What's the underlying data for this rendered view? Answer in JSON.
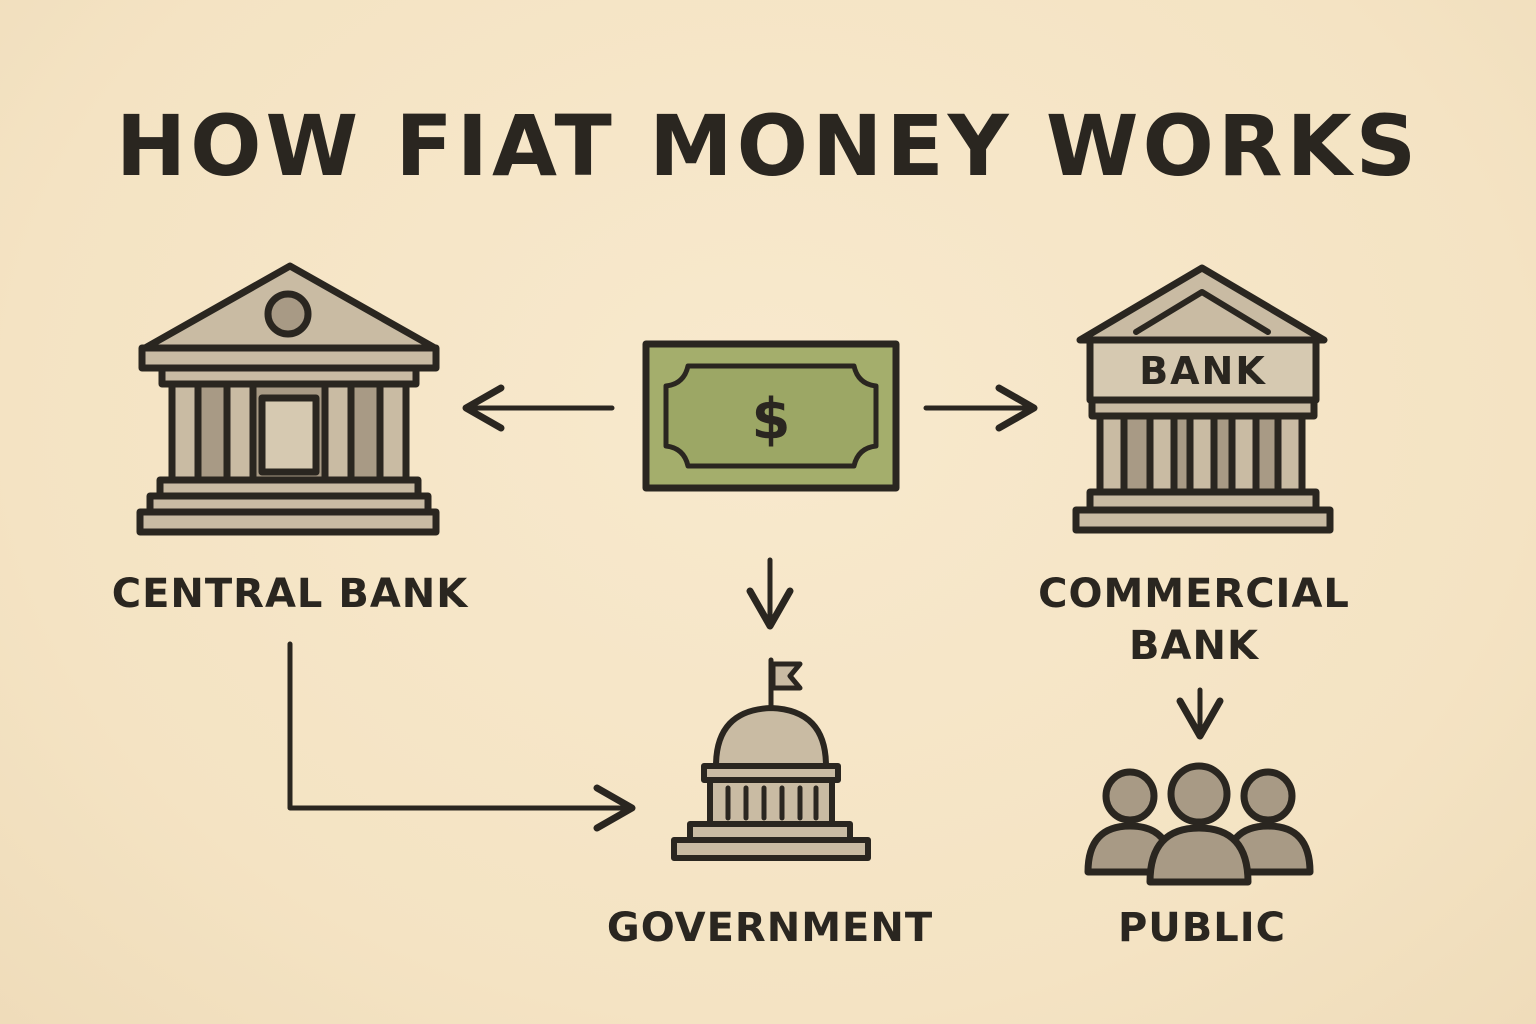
{
  "diagram": {
    "title": "HOW FIAT MONEY WORKS",
    "nodes": {
      "central_bank": {
        "label": "CENTRAL BANK",
        "icon": "classical-bank-icon"
      },
      "money": {
        "label": "$",
        "icon": "banknote-icon"
      },
      "commercial_bank": {
        "label_line1": "COMMERCIAL",
        "label_line2": "BANK",
        "sign": "BANK",
        "icon": "bank-building-icon"
      },
      "government": {
        "label": "GOVERNMENT",
        "icon": "capitol-dome-icon"
      },
      "public": {
        "label": "PUBLIC",
        "icon": "people-group-icon"
      }
    },
    "edges": [
      {
        "from": "money",
        "to": "central_bank"
      },
      {
        "from": "money",
        "to": "commercial_bank"
      },
      {
        "from": "money",
        "to": "government"
      },
      {
        "from": "central_bank",
        "to": "government"
      },
      {
        "from": "commercial_bank",
        "to": "public"
      }
    ],
    "colors": {
      "background": "#f6e6c8",
      "ink": "#2a2620",
      "stone": "#c9bba3",
      "stone_dark": "#a89a85",
      "note_green": "#a4ae6c",
      "note_green_dark": "#8e9a5a"
    }
  }
}
